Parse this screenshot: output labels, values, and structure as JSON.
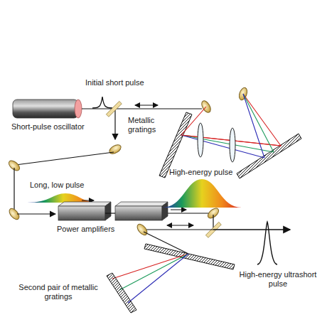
{
  "diagram": {
    "labels": [
      "Initial short pulse",
      "Short-pulse oscillator",
      "Metallic gratings",
      "High-energy pulse",
      "Long, low pulse",
      "Power amplifiers",
      "Second pair of metallic gratings",
      "High-energy ultrashort pulse"
    ]
  }
}
